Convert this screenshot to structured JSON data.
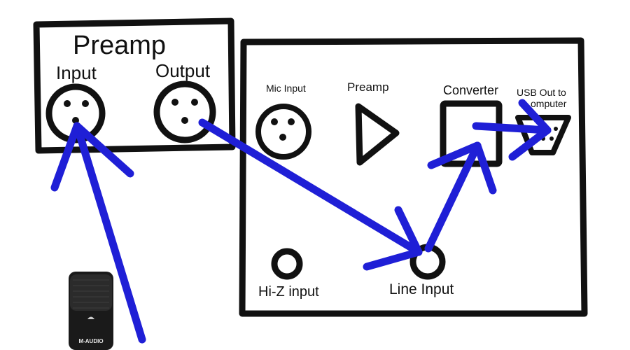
{
  "preamp_box": {
    "title": "Preamp",
    "input_label": "Input",
    "output_label": "Output"
  },
  "interface_box": {
    "mic_input_label": "Mic Input",
    "preamp_label": "Preamp",
    "converter_label": "Converter",
    "usb_label_line1": "USB Out to",
    "usb_label_line2": "omputer",
    "hiz_label": "Hi-Z input",
    "line_input_label": "Line Input"
  },
  "microphone": {
    "brand": "M-AUDIO"
  },
  "colors": {
    "ink": "#111111",
    "arrow": "#1f1fd6",
    "mic_body": "#1a1a1a"
  }
}
